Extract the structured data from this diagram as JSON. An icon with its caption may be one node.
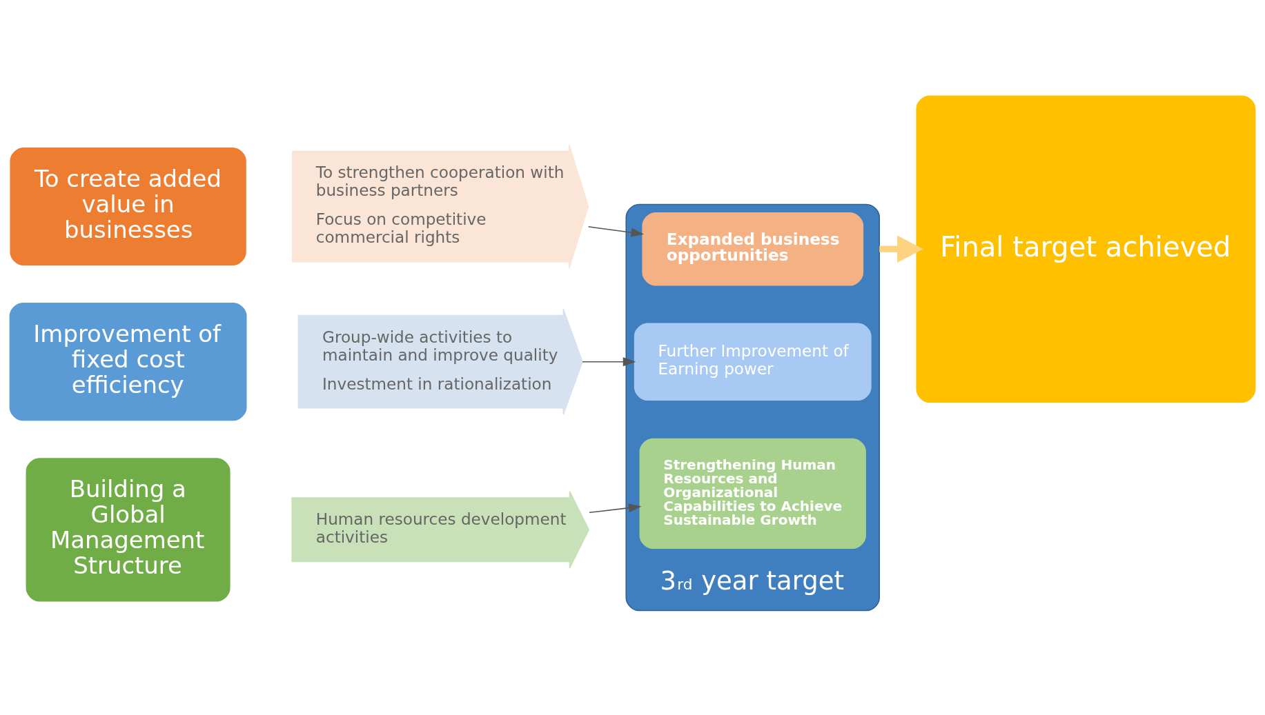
{
  "diagram": {
    "nodes": [
      {
        "text": [
          "To create added value in businesses"
        ]
      },
      {
        "text": [
          "To strengthen cooperation with business partners",
          "Focus on competitive commercial rights"
        ]
      },
      {
        "text": [
          "Improvement of fixed cost efficiency"
        ]
      },
      {
        "text": [
          "Group-wide activities to maintain and improve quality",
          "Investment in rationalization"
        ]
      },
      {
        "text": [
          "Building a Global Management Structure"
        ]
      },
      {
        "text": [
          "Human resources development activities"
        ]
      },
      {
        "text": [
          "3$^{rd}$ year target"
        ]
      },
      {
        "text": [
          "Expanded business opportunities"
        ],
        "in": 6
      },
      {
        "text": [
          "Further Improvement of Earning power"
        ],
        "in": 6
      },
      {
        "text": [
          "Strengthening Human Resources and Organizational Capabilities to Achieve Sustainable Growth"
        ],
        "in": 6
      },
      {
        "text": [
          "Final target achieved"
        ]
      }
    ],
    "edges": [
      {
        "from": 1,
        "to": 7,
        "arrow": "to"
      },
      {
        "from": 3,
        "to": 8,
        "arrow": "to"
      },
      {
        "from": 5,
        "to": 9,
        "arrow": "to"
      },
      {
        "from": 6,
        "to": 10,
        "arrow": "to",
        "style": "thick",
        "color": "#fdd37f"
      }
    ]
  }
}
